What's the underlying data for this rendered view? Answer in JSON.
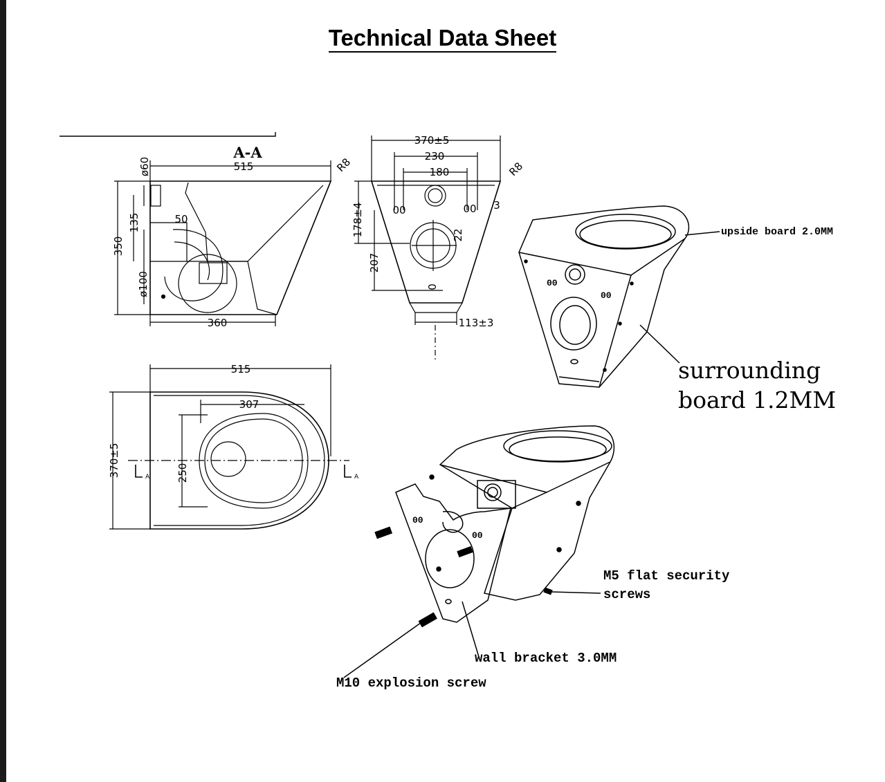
{
  "title": "Technical Data Sheet",
  "section_label": "A-A",
  "section_marker": "A",
  "side_view": {
    "top_width": "515",
    "radius": "R8",
    "dia_top": "ø60",
    "dia_bottom": "ø100",
    "height_total": "350",
    "height_mid": "135",
    "offset": "50",
    "bottom_width": "360"
  },
  "front_view": {
    "width_total": "370±5",
    "width_230": "230",
    "width_180": "180",
    "radius": "R8",
    "hole_height": "178±4",
    "height_207": "207",
    "dim_22": "22",
    "dim_3": "3",
    "dim_0": "0",
    "bottom_width": "113±3"
  },
  "plan_view": {
    "length": "515",
    "inner_length": "307",
    "width": "370±5",
    "inner_width": "250"
  },
  "callouts": {
    "upside_board": "upside board 2.0MM",
    "surrounding_line1": "surrounding",
    "surrounding_line2": "board 1.2MM",
    "m5_line1": "M5 flat security",
    "m5_line2": "screws",
    "wall_bracket": "wall bracket 3.0MM",
    "m10": "M10 explosion screw"
  }
}
